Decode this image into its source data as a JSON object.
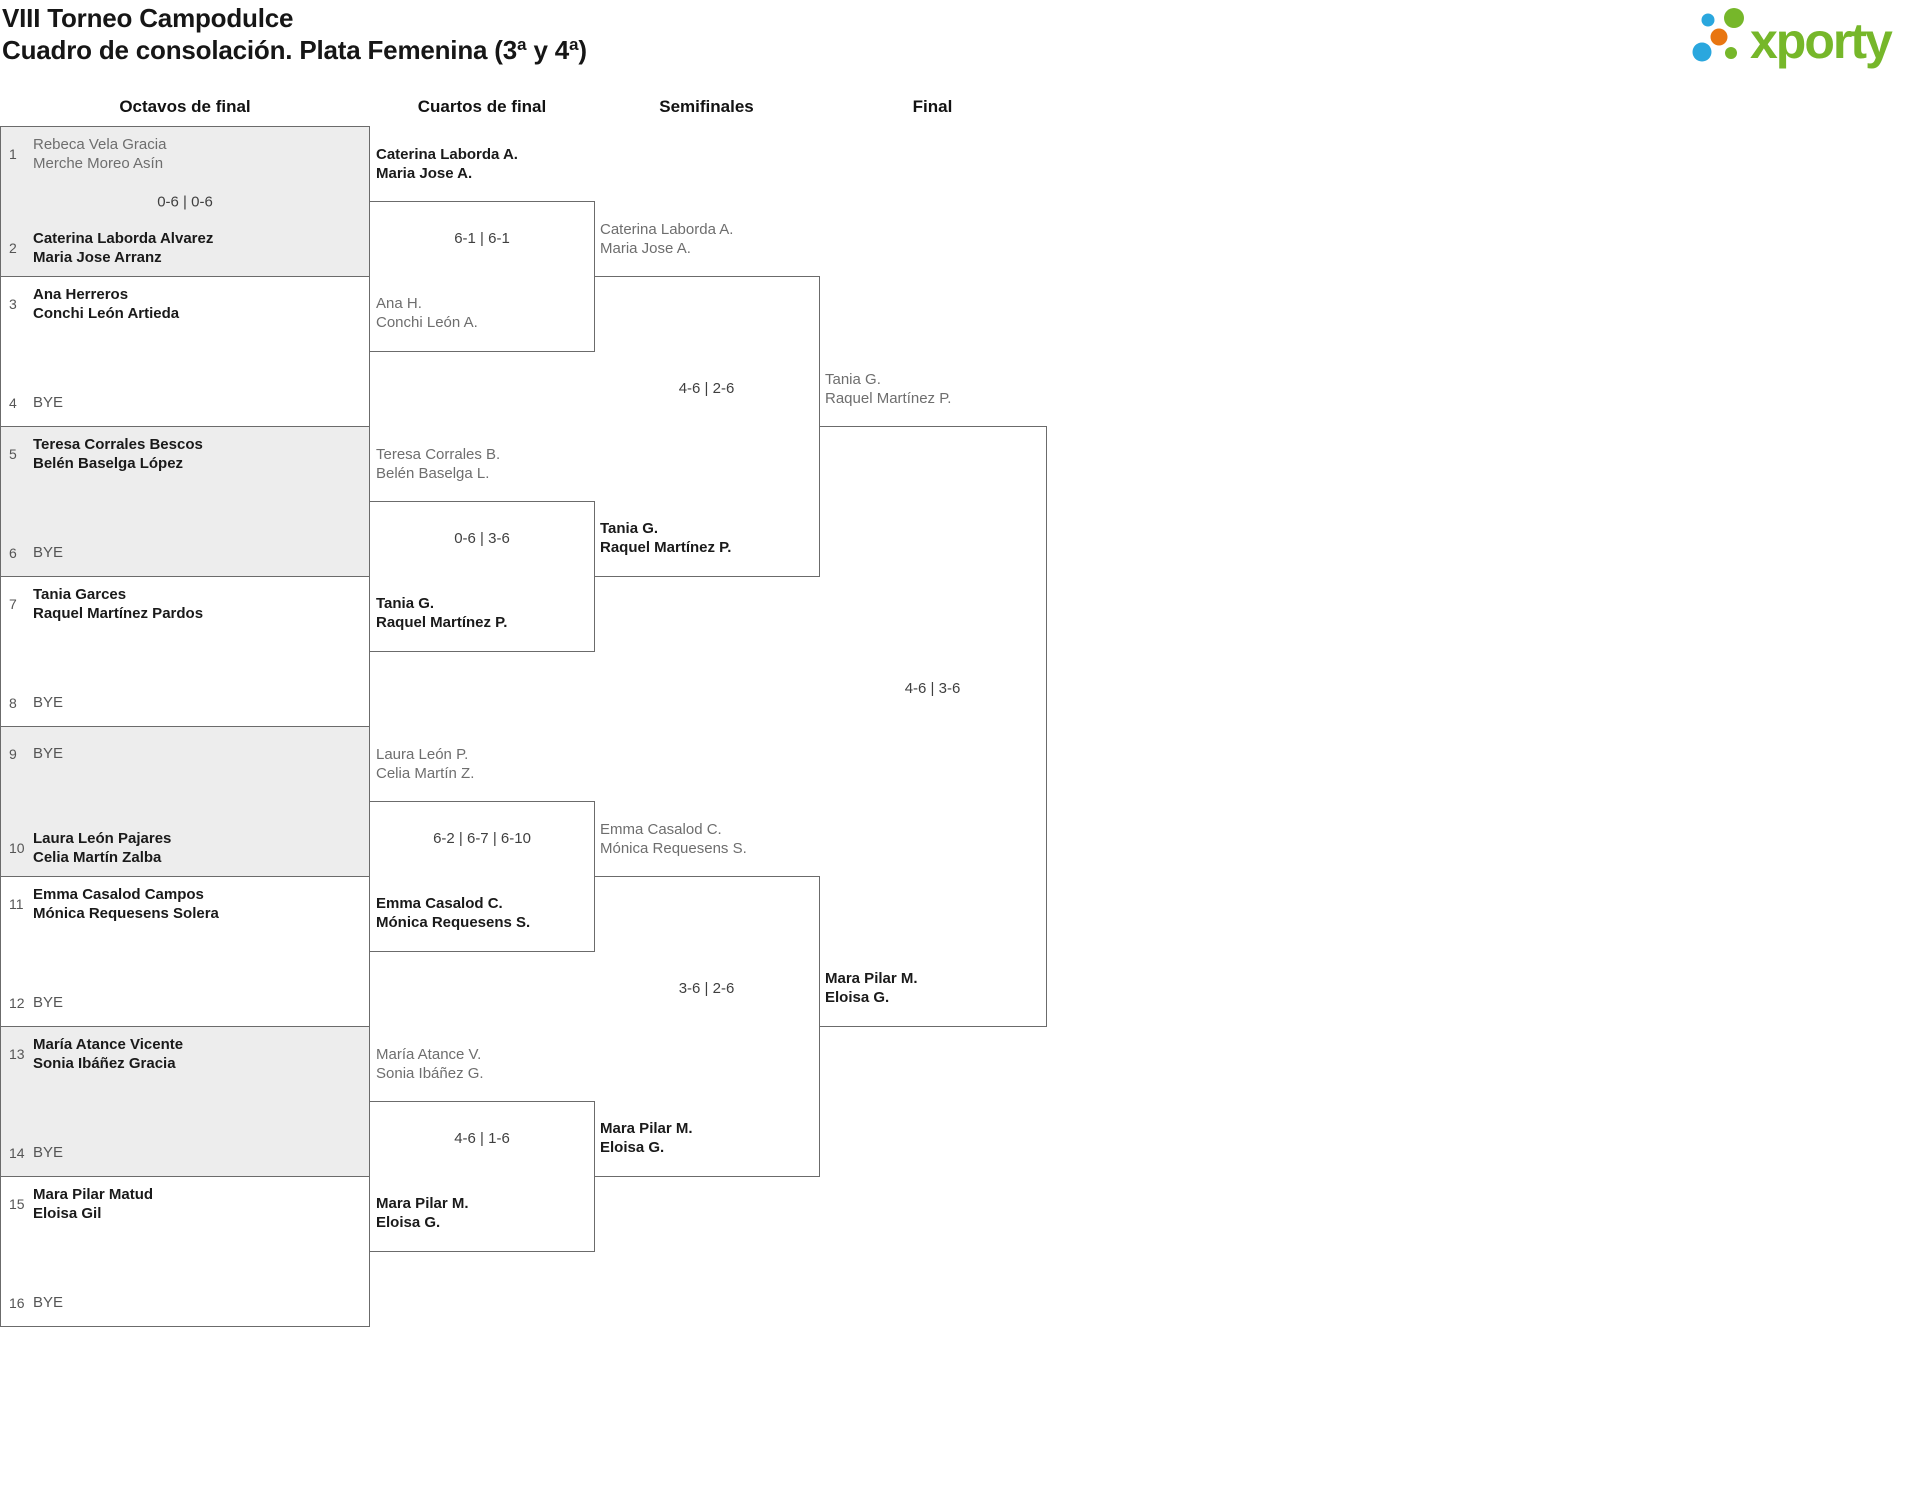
{
  "header": {
    "title_line1": "VIII Torneo Campodulce",
    "title_line2": "Cuadro de consolación. Plata Femenina (3ª y 4ª)"
  },
  "logo": {
    "brand": "xporty",
    "colors": {
      "green": "#76b72a",
      "blue": "#2aa7de",
      "orange": "#e87611"
    }
  },
  "round_headers": [
    "Octavos de final",
    "Cuartos de final",
    "Semifinales",
    "Final"
  ],
  "colors": {
    "box_gray": "#ededed",
    "border_gray": "#6b6b6b",
    "winner_text": "#1a1a1a",
    "loser_text": "#6e6e6e"
  },
  "bracket": {
    "octavos": [
      {
        "seed_top": "1",
        "top": [
          "Rebeca Vela Gracia",
          "Merche Moreo Asín"
        ],
        "score": "0-6 | 0-6",
        "seed_bottom": "2",
        "bottom": [
          "Caterina Laborda Alvarez",
          "Maria Jose Arranz"
        ]
      },
      {
        "seed_top": "3",
        "top": [
          "Ana Herreros",
          "Conchi León Artieda"
        ],
        "seed_bottom": "4",
        "bottom": [
          "BYE"
        ]
      },
      {
        "seed_top": "5",
        "top": [
          "Teresa Corrales Bescos",
          "Belén Baselga López"
        ],
        "seed_bottom": "6",
        "bottom": [
          "BYE"
        ]
      },
      {
        "seed_top": "7",
        "top": [
          "Tania Garces",
          "Raquel Martínez Pardos"
        ],
        "seed_bottom": "8",
        "bottom": [
          "BYE"
        ]
      },
      {
        "seed_top": "9",
        "top": [
          "BYE"
        ],
        "seed_bottom": "10",
        "bottom": [
          "Laura León Pajares",
          "Celia Martín Zalba"
        ]
      },
      {
        "seed_top": "11",
        "top": [
          "Emma Casalod Campos",
          "Mónica Requesens Solera"
        ],
        "seed_bottom": "12",
        "bottom": [
          "BYE"
        ]
      },
      {
        "seed_top": "13",
        "top": [
          "María Atance Vicente",
          "Sonia Ibáñez Gracia"
        ],
        "seed_bottom": "14",
        "bottom": [
          "BYE"
        ]
      },
      {
        "seed_top": "15",
        "top": [
          "Mara Pilar Matud",
          "Eloisa Gil"
        ],
        "seed_bottom": "16",
        "bottom": [
          "BYE"
        ]
      }
    ],
    "cuartos": [
      {
        "top": [
          "Caterina Laborda A.",
          "Maria Jose A."
        ],
        "score": "6-1 | 6-1",
        "bottom": [
          "Ana H.",
          "Conchi León A."
        ]
      },
      {
        "top": [
          "Teresa Corrales B.",
          "Belén Baselga L."
        ],
        "score": "0-6 | 3-6",
        "bottom": [
          "Tania G.",
          "Raquel Martínez P."
        ]
      },
      {
        "top": [
          "Laura León P.",
          "Celia Martín Z."
        ],
        "score": "6-2 | 6-7 | 6-10",
        "bottom": [
          "Emma Casalod C.",
          "Mónica Requesens S."
        ]
      },
      {
        "top": [
          "María Atance V.",
          "Sonia Ibáñez G."
        ],
        "score": "4-6 | 1-6",
        "bottom": [
          "Mara Pilar M.",
          "Eloisa G."
        ]
      }
    ],
    "semifinales": [
      {
        "top": [
          "Caterina Laborda A.",
          "Maria Jose A."
        ],
        "score": "4-6 | 2-6",
        "bottom": [
          "Tania G.",
          "Raquel Martínez P."
        ]
      },
      {
        "top": [
          "Emma Casalod C.",
          "Mónica Requesens S."
        ],
        "score": "3-6 | 2-6",
        "bottom": [
          "Mara Pilar M.",
          "Eloisa G."
        ]
      }
    ],
    "final_match": {
      "top": [
        "Tania G.",
        "Raquel Martínez P."
      ],
      "score": "4-6 | 3-6",
      "bottom": [
        "Mara Pilar M.",
        "Eloisa G."
      ]
    }
  }
}
